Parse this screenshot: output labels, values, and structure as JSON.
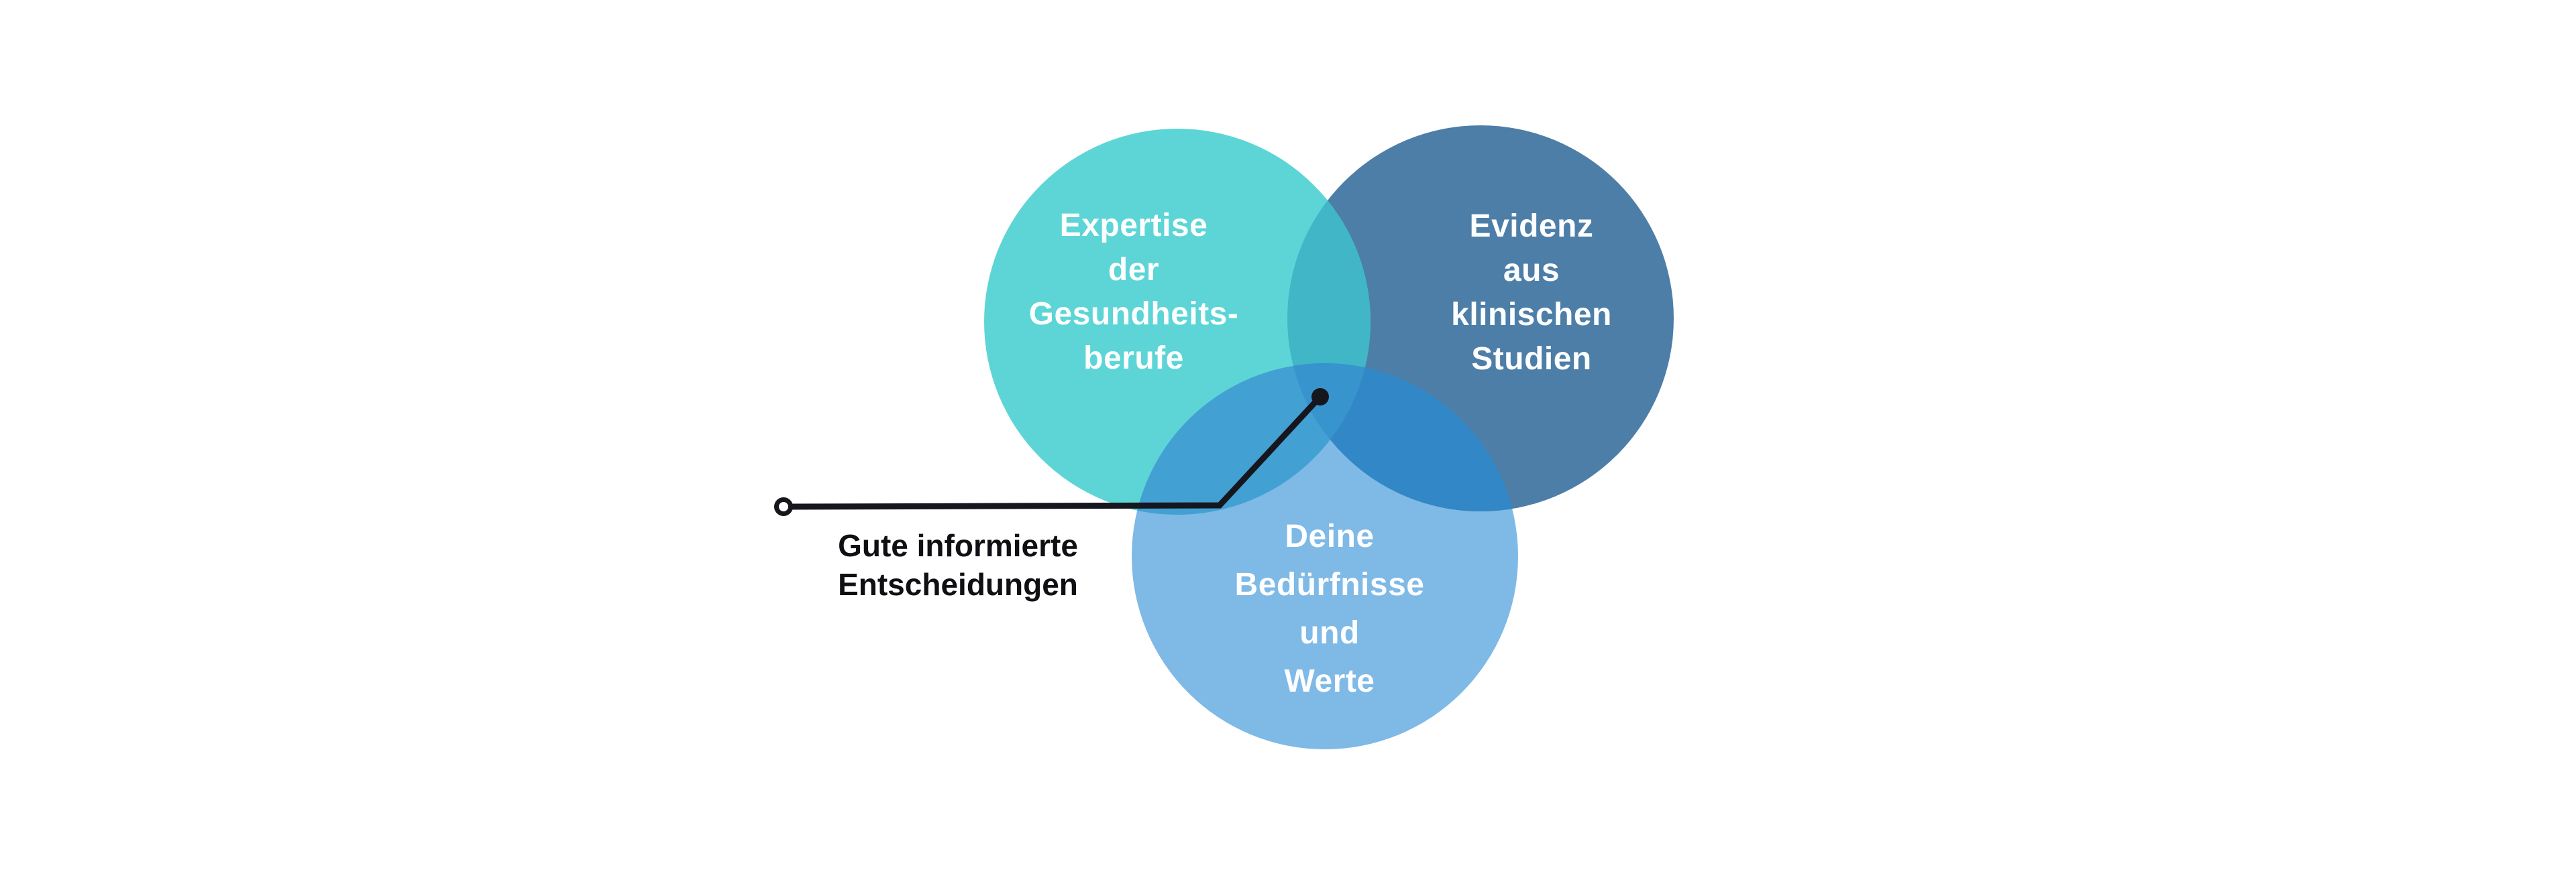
{
  "venn": {
    "circles": [
      {
        "id": "expertise",
        "lines": [
          "Expertise",
          "der",
          "Gesundheits-",
          "berufe"
        ]
      },
      {
        "id": "evidence",
        "lines": [
          "Evidenz",
          "aus",
          "klinischen",
          "Studien"
        ]
      },
      {
        "id": "values",
        "lines": [
          "Deine",
          "Bedürfnisse",
          "und",
          "Werte"
        ]
      }
    ],
    "callout": {
      "lines": [
        "Gute informierte",
        "Entscheidungen"
      ],
      "line_color": "#16161e",
      "text_color": "#101014"
    },
    "colors": {
      "background": "#ffffff",
      "label_text": "#fdfeff",
      "expertise_only": "#5dd5d6",
      "evidence_only": "#4d7ea7",
      "values_only": "#7fb9e6",
      "expertise_evidence": "#40b6c6",
      "expertise_values": "#42a0d3",
      "evidence_values": "#3287c6",
      "center": "#3794cd"
    }
  }
}
